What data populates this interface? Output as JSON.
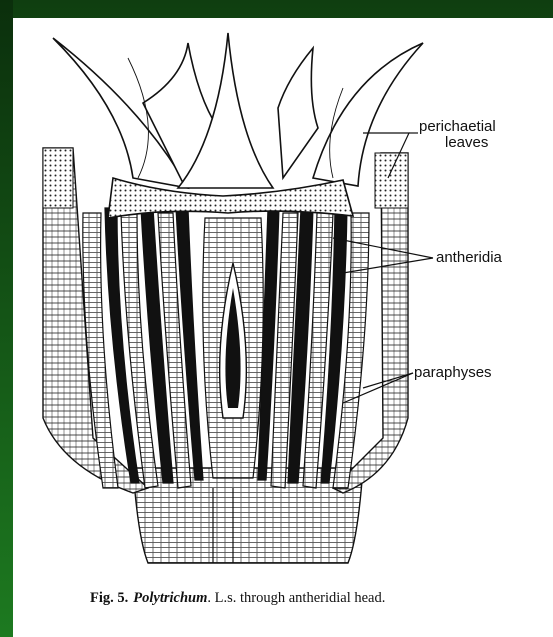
{
  "labels": {
    "perichaetial_1": "perichaetial",
    "perichaetial_2": "leaves",
    "antheridia": "antheridia",
    "paraphyses": "paraphyses"
  },
  "caption": {
    "fig": "Fig. 5.",
    "genus": "Polytrichum",
    "text": ". L.s. through antheridial head."
  }
}
